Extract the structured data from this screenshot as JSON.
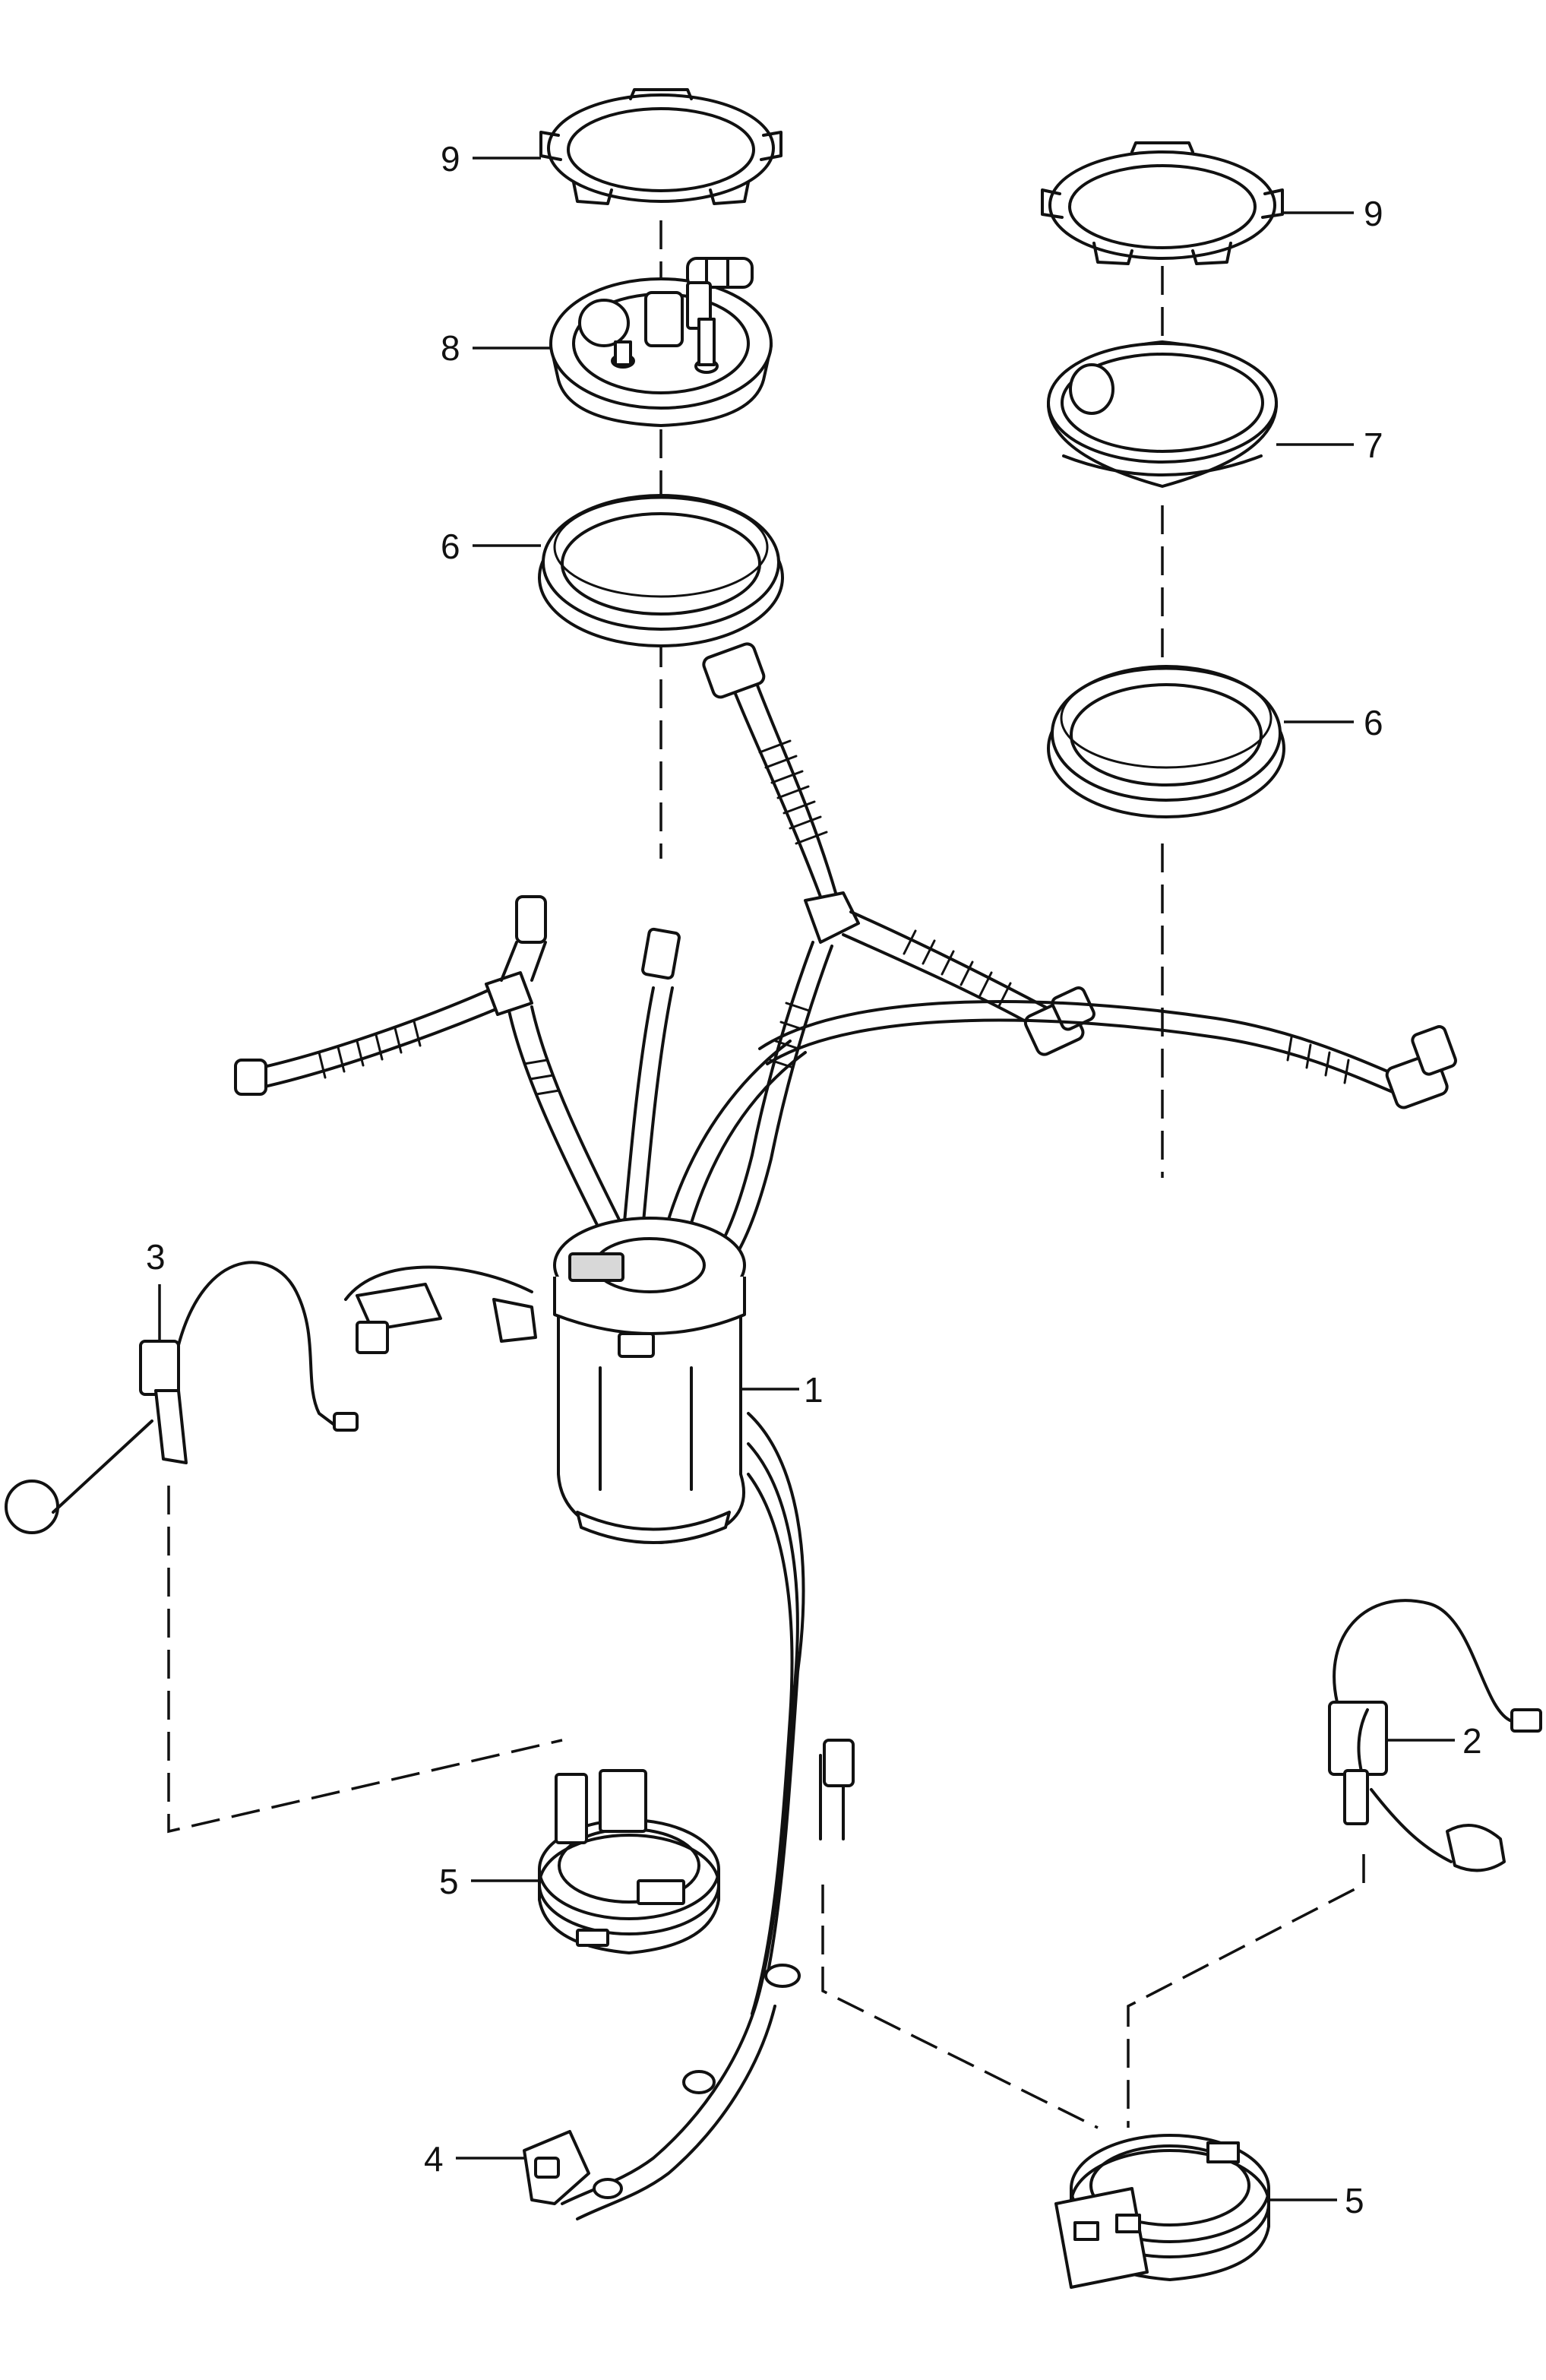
{
  "callouts": {
    "c9_left": "9",
    "c8": "8",
    "c6_left": "6",
    "c9_right": "9",
    "c7": "7",
    "c6_right": "6",
    "c3": "3",
    "c1": "1",
    "c2": "2",
    "c5_left": "5",
    "c4": "4",
    "c5_right": "5"
  },
  "colors": {
    "line": "#111111",
    "background": "#ffffff"
  }
}
